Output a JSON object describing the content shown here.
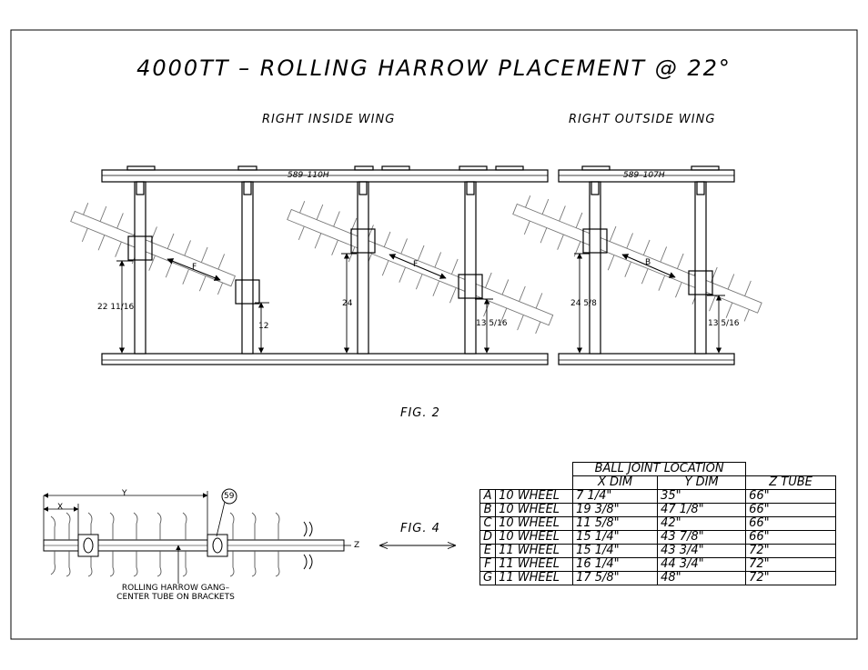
{
  "title": "4000TT – ROLLING HARROW PLACEMENT @ 22°",
  "fig2": {
    "label": "FIG. 2",
    "left_wing": {
      "label": "RIGHT INSIDE WING",
      "part_number": "589–110H",
      "gang_labels": [
        "F",
        "F"
      ],
      "dimensions": [
        "22 11/16",
        "12",
        "24",
        "13 5/16"
      ]
    },
    "right_wing": {
      "label": "RIGHT OUTSIDE WING",
      "part_number": "589–107H",
      "gang_labels": [
        "B"
      ],
      "dimensions": [
        "24 5/8",
        "13 5/16"
      ]
    }
  },
  "fig4": {
    "label": "FIG. 4",
    "x_label": "X",
    "y_label": "Y",
    "z_label": "Z",
    "callout": "59",
    "note_line1": "ROLLING HARROW GANG–",
    "note_line2": "CENTER TUBE ON BRACKETS"
  },
  "table": {
    "title": "BALL JOINT LOCATION",
    "headers": [
      "X DIM",
      "Y DIM",
      "Z TUBE"
    ],
    "rows": [
      {
        "id": "A",
        "wheel": "10  WHEEL",
        "x": "7  1/4\"",
        "y": "35\"",
        "z": "66\""
      },
      {
        "id": "B",
        "wheel": "10  WHEEL",
        "x": "19  3/8\"",
        "y": "47  1/8\"",
        "z": "66\""
      },
      {
        "id": "C",
        "wheel": "10  WHEEL",
        "x": "11  5/8\"",
        "y": "42\"",
        "z": "66\""
      },
      {
        "id": "D",
        "wheel": "10  WHEEL",
        "x": "15  1/4\"",
        "y": "43  7/8\"",
        "z": "66\""
      },
      {
        "id": "E",
        "wheel": "11  WHEEL",
        "x": "15  1/4\"",
        "y": "43  3/4\"",
        "z": "72\""
      },
      {
        "id": "F",
        "wheel": "11  WHEEL",
        "x": "16  1/4\"",
        "y": "44  3/4\"",
        "z": "72\""
      },
      {
        "id": "G",
        "wheel": "11  WHEEL",
        "x": "17  5/8\"",
        "y": "48\"",
        "z": "72\""
      }
    ]
  }
}
